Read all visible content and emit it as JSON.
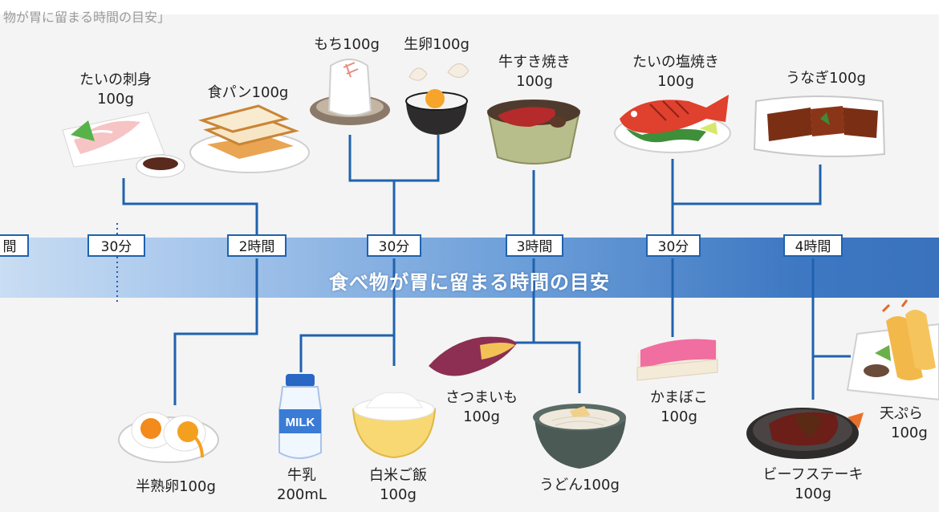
{
  "caption": "物が胃に留まる時間の目安」",
  "title": "食べ物が胃に留まる時間の目安",
  "timeline": [
    "間",
    "30分",
    "2時間",
    "30分",
    "3時間",
    "30分",
    "4時間"
  ],
  "top_foods": [
    {
      "name": "たいの刺身",
      "amount": "100g"
    },
    {
      "name": "食パン100g"
    },
    {
      "name": "もち100g"
    },
    {
      "name": "生卵100g"
    },
    {
      "name": "牛すき焼き",
      "amount": "100g"
    },
    {
      "name": "たいの塩焼き",
      "amount": "100g"
    },
    {
      "name": "うなぎ100g"
    }
  ],
  "bottom_foods": [
    {
      "name": "半熟卵100g"
    },
    {
      "name": "牛乳",
      "amount": "200mL"
    },
    {
      "name": "白米ご飯",
      "amount": "100g"
    },
    {
      "name": "さつまいも",
      "amount": "100g"
    },
    {
      "name": "うどん100g"
    },
    {
      "name": "かまぼこ",
      "amount": "100g"
    },
    {
      "name": "ビーフステーキ",
      "amount": "100g"
    },
    {
      "name": "天ぷら",
      "amount": "100g"
    }
  ],
  "milk_label": "MILK",
  "colors": {
    "line": "#1f62ad",
    "band_start": "#c9ddf3",
    "band_end": "#3a72bd",
    "panel": "#f4f4f4"
  }
}
